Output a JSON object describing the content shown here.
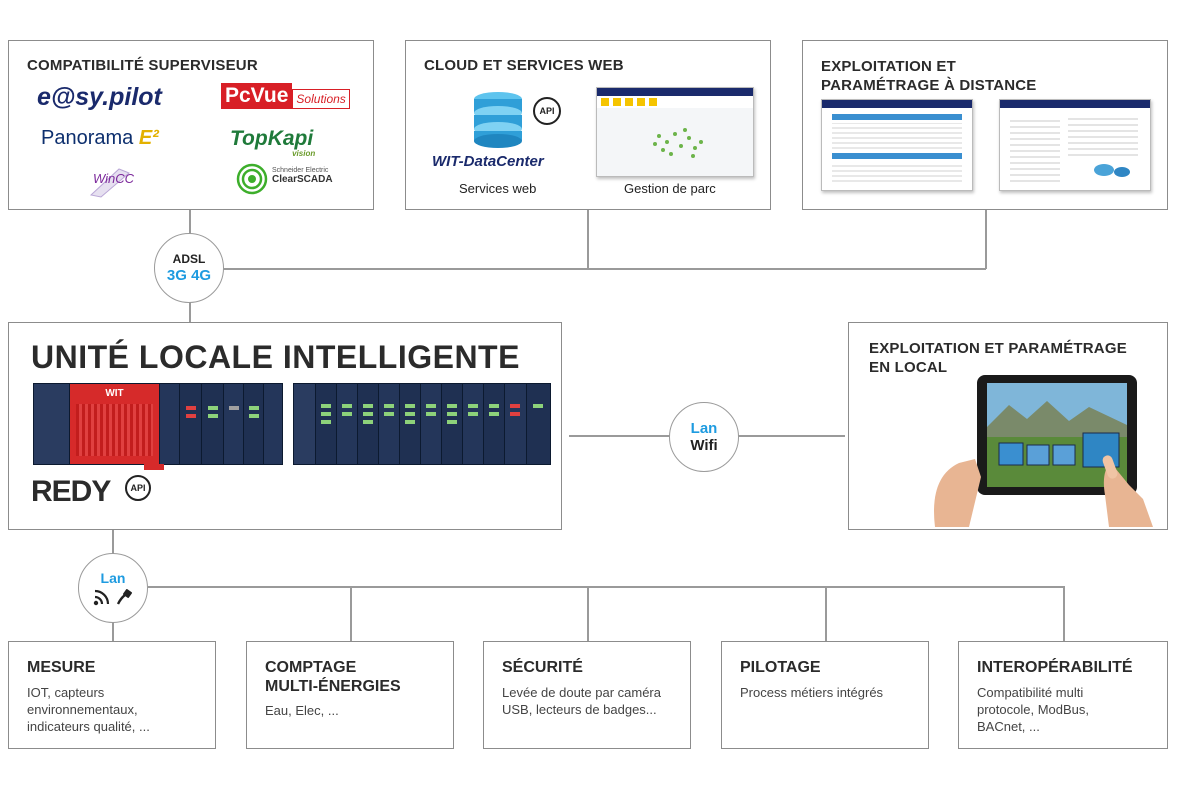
{
  "supervisor": {
    "title": "COMPATIBILITÉ SUPERVISEUR",
    "logos": {
      "easypilot": "e@sy.pilot",
      "pcvue": "PcVue",
      "pcvue_sub": "Solutions",
      "panorama": "Panorama",
      "panorama_e2": "E²",
      "topkapi": "TopKapi",
      "topkapi_sub": "vision",
      "wincc": "WinCC",
      "clearscada_brand": "Schneider Electric",
      "clearscada": "ClearSCADA"
    }
  },
  "cloud": {
    "title": "CLOUD ET SERVICES WEB",
    "datacenter_logo": "WIT-DataCenter",
    "api_badge": "API",
    "services_web": "Services web",
    "gestion_parc": "Gestion de parc"
  },
  "remote": {
    "title_line1": "EXPLOITATION ET",
    "title_line2": "PARAMÉTRAGE À DISTANCE"
  },
  "network_badge": {
    "adsl": "ADSL",
    "g3": "3G",
    "g4": "4G"
  },
  "unit": {
    "title": "UNITÉ LOCALE INTELLIGENTE",
    "device_brand": "WIT",
    "redy_logo": "REDY",
    "api_badge": "API"
  },
  "lan_wifi": {
    "lan": "Lan",
    "wifi": "Wifi"
  },
  "local": {
    "title_line1": "EXPLOITATION ET PARAMÉTRAGE",
    "title_line2": "EN LOCAL"
  },
  "lan_bottom": {
    "label": "Lan"
  },
  "categories": [
    {
      "title": "MESURE",
      "desc": [
        "IOT, capteurs",
        "environnementaux,",
        "indicateurs qualité, ..."
      ]
    },
    {
      "title": "COMPTAGE\nMULTI-ÉNERGIES",
      "desc": [
        "Eau, Elec, ..."
      ]
    },
    {
      "title": "SÉCURITÉ",
      "desc": [
        "Levée de doute par caméra",
        "USB, lecteurs de badges..."
      ]
    },
    {
      "title": "PILOTAGE",
      "desc": [
        "Process métiers intégrés"
      ]
    },
    {
      "title": "INTEROPÉRABILITÉ",
      "desc": [
        "Compatibilité multi",
        "protocole, ModBus,",
        "BACnet, ..."
      ]
    }
  ],
  "colors": {
    "accent_blue": "#1e9be0",
    "redy_red": "#c4161c",
    "pcvue_red": "#d81f26",
    "line_grey": "#9a9a9a"
  }
}
